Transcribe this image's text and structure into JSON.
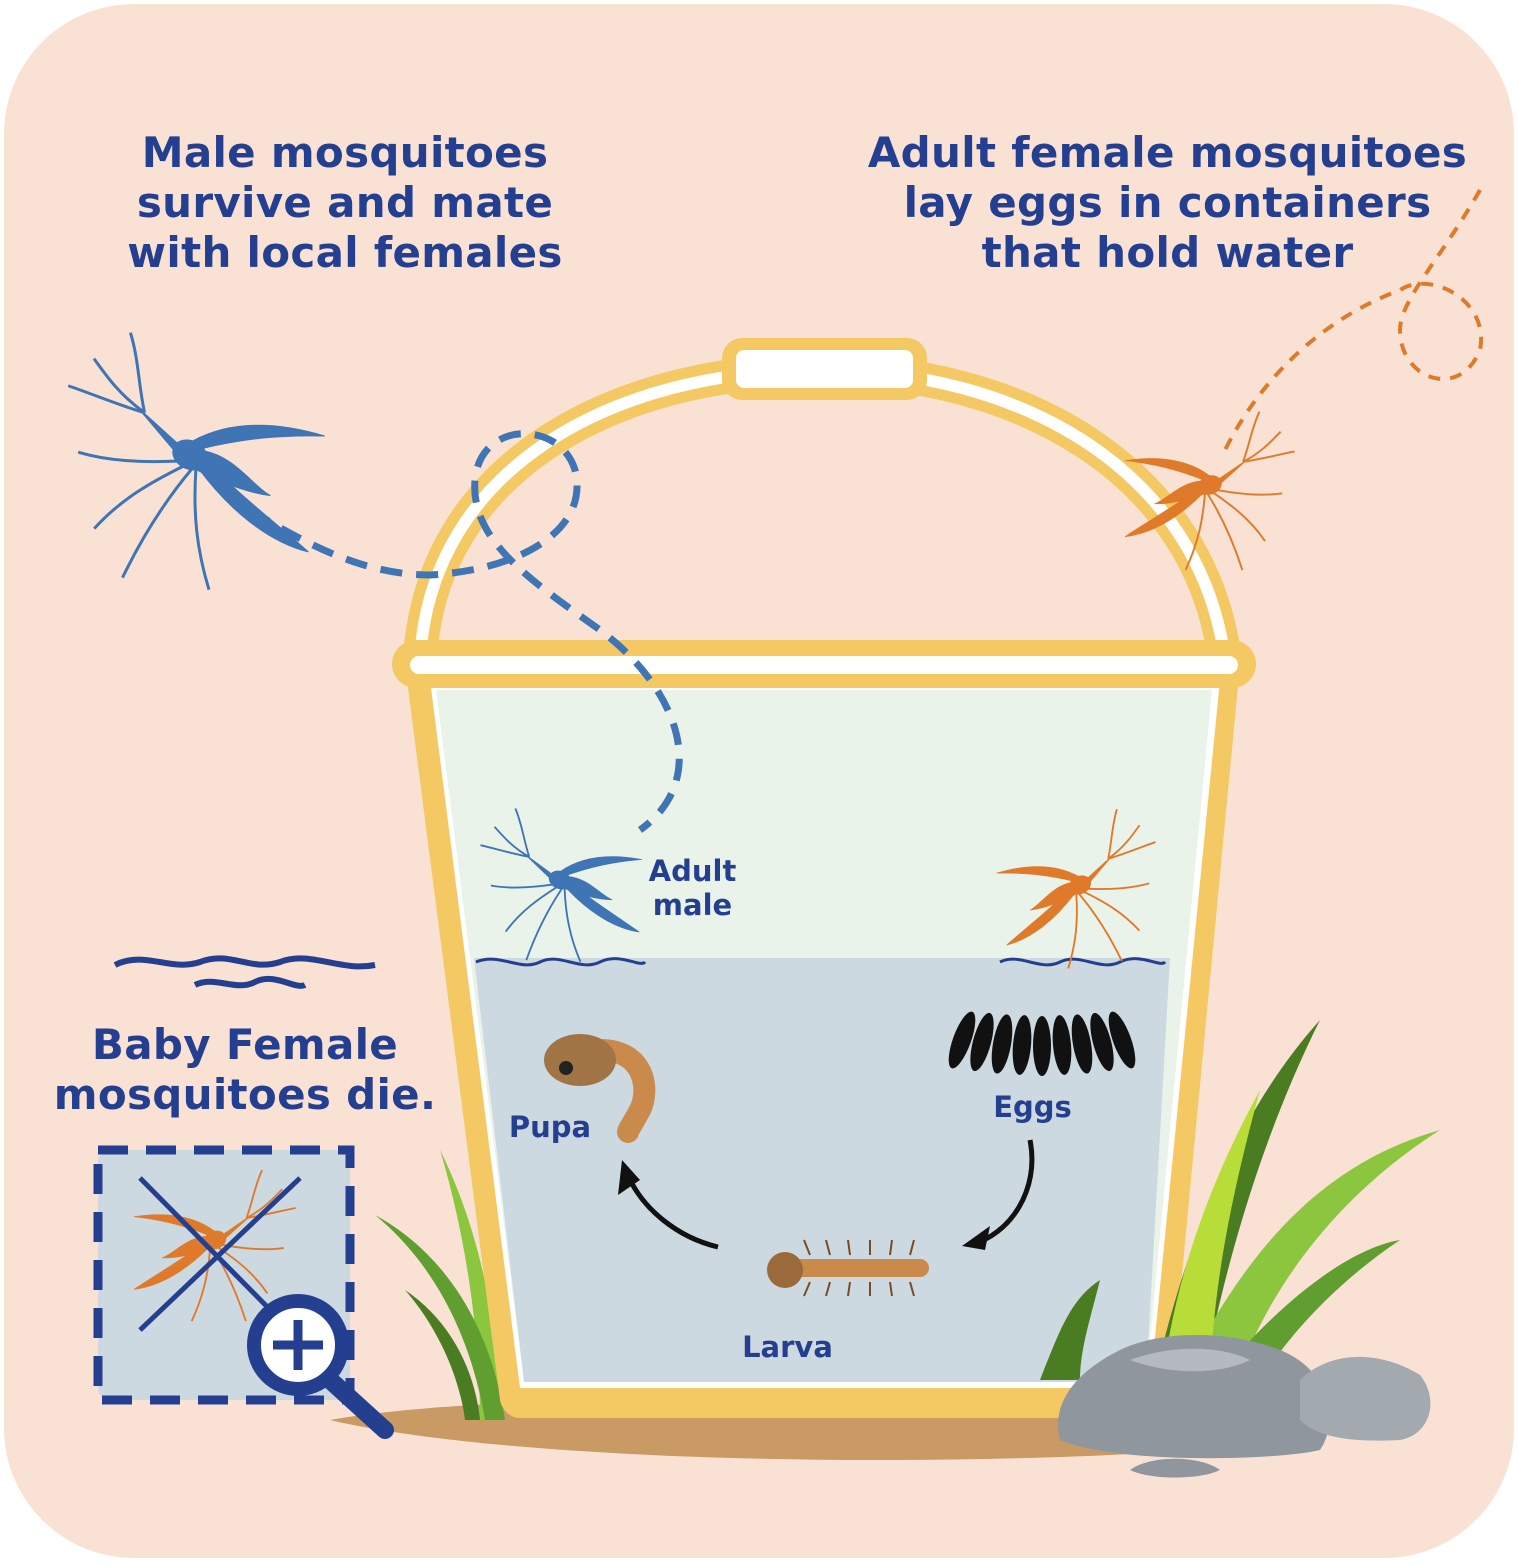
{
  "captions": {
    "male_survive": [
      "Male mosquitoes",
      "survive and mate",
      "with local females"
    ],
    "female_lay": [
      "Adult female mosquitoes",
      "lay eggs in containers",
      "that hold water"
    ],
    "baby_female": [
      "Baby Female",
      "mosquitoes die."
    ]
  },
  "stage_labels": {
    "adult_male": [
      "Adult",
      "male"
    ],
    "eggs": "Eggs",
    "larva": "Larva",
    "pupa": "Pupa"
  },
  "colors": {
    "background": "#f9e2d4",
    "text": "#243f8f",
    "male": "#3f74b5",
    "female": "#e07a2b",
    "bucket_rim": "#f4c964",
    "water": "#cdd9e0",
    "air": "#eaf3e9",
    "grass": "#8cc63f",
    "rock": "#8f969d",
    "ground": "#c99a63"
  },
  "icons": [
    "male-mosquito-icon",
    "female-mosquito-icon",
    "eggs-icon",
    "larva-icon",
    "pupa-icon",
    "magnifier-plus-icon",
    "cross-icon",
    "wave-icon",
    "grass-icon",
    "rock-icon",
    "bucket-icon"
  ]
}
